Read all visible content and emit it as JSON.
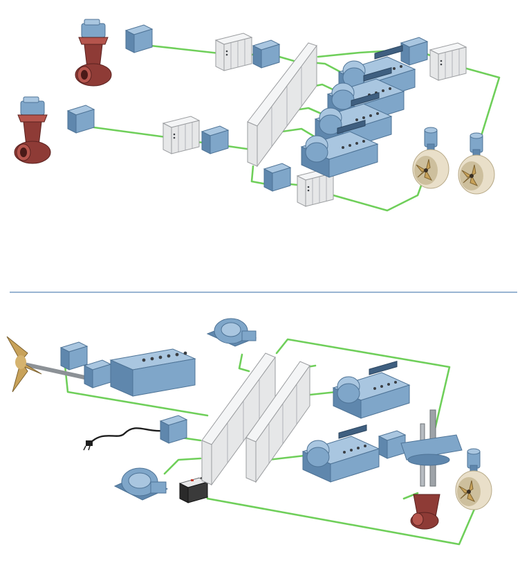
{
  "figure": {
    "title": "",
    "panels": [
      {
        "id": "top",
        "components": [
          "azimuth-thruster-with-motor",
          "azimuth-thruster-with-motor",
          "frequency-converter",
          "frequency-converter",
          "frequency-converter",
          "frequency-converter",
          "transformer",
          "transformer",
          "transformer",
          "transformer",
          "main-switchboard",
          "diesel-generator-set",
          "diesel-generator-set",
          "diesel-generator-set",
          "diesel-generator-set",
          "tunnel-thruster",
          "tunnel-thruster"
        ]
      },
      {
        "id": "bottom",
        "components": [
          "propeller-with-shaft",
          "shaft-motor",
          "gearbox",
          "main-diesel-engine",
          "winch",
          "winch",
          "shore-connection-cable",
          "transformer",
          "battery",
          "main-switchboard",
          "main-switchboard",
          "diesel-generator-set",
          "diesel-generator-set",
          "retractable-azimuth-thruster",
          "tunnel-thruster"
        ]
      }
    ],
    "colors": {
      "cable": "#6fcf5a",
      "equipment": "#7fa6c9",
      "switchboard": "#e6e7e8",
      "thruster_housing": "#8e3b36",
      "separator": "#5b86b8"
    }
  }
}
